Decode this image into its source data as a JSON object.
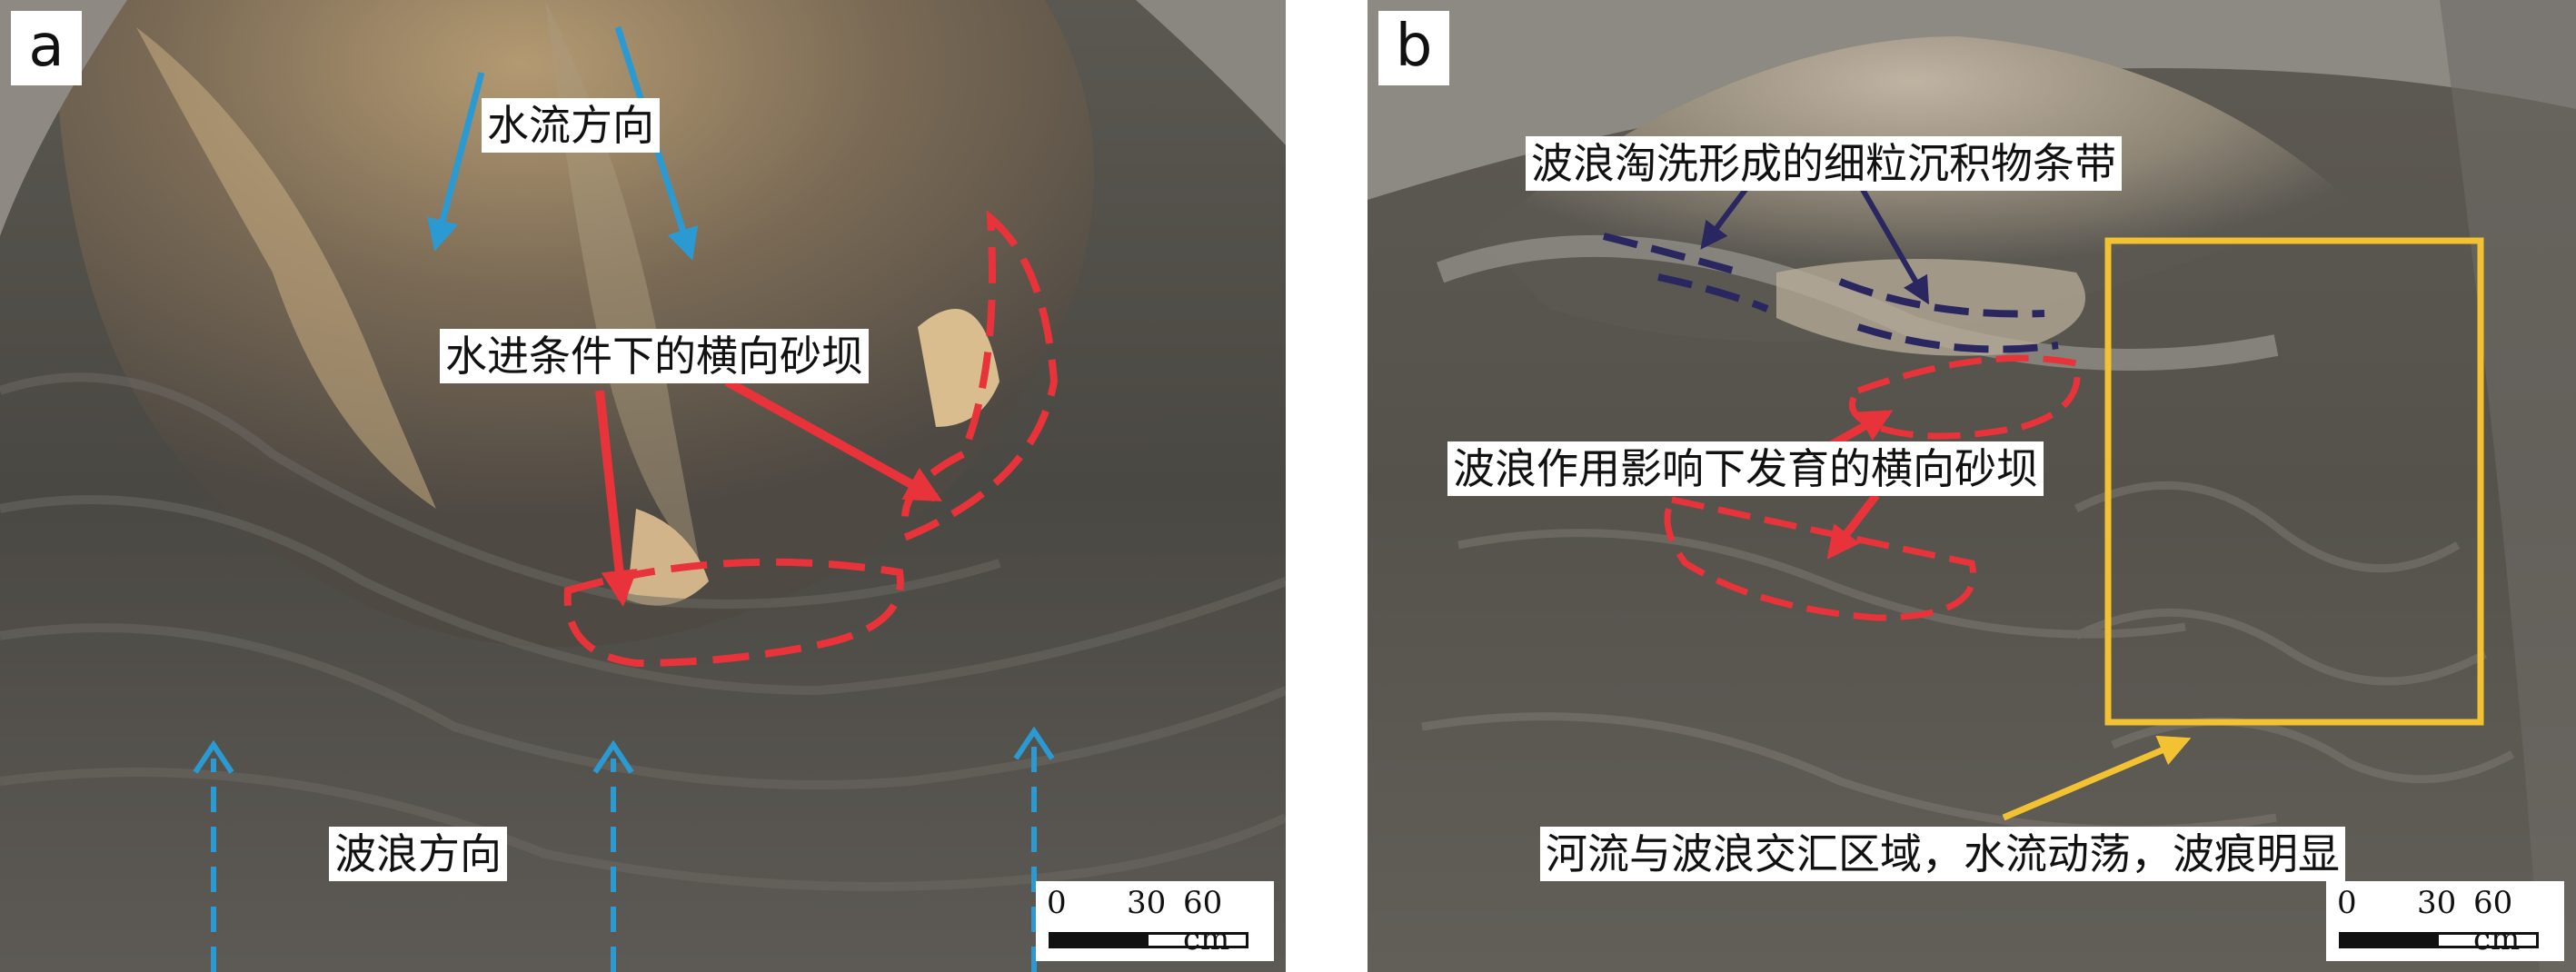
{
  "panels": {
    "a": {
      "letter": "a",
      "labels": {
        "flow_direction": "水流方向",
        "transgressive_bars": "水进条件下的横向砂坝",
        "wave_direction": "波浪方向"
      },
      "scale": {
        "t0": "0",
        "t1": "30",
        "t2": "60 cm"
      },
      "colors": {
        "flow_arrow": "#2b9ad3",
        "bar_outline": "#e8333a",
        "wave_arrow": "#2b9ad3"
      }
    },
    "b": {
      "letter": "b",
      "labels": {
        "fine_grain_bands": "波浪淘洗形成的细粒沉积物条带",
        "wave_bars": "波浪作用影响下发育的横向砂坝",
        "confluence_zone": "河流与波浪交汇区域，水流动荡，波痕明显"
      },
      "scale": {
        "t0": "0",
        "t1": "30",
        "t2": "60 cm"
      },
      "colors": {
        "band_outline": "#2a2660",
        "bar_outline": "#e8333a",
        "zone_box": "#f2c232"
      }
    }
  }
}
